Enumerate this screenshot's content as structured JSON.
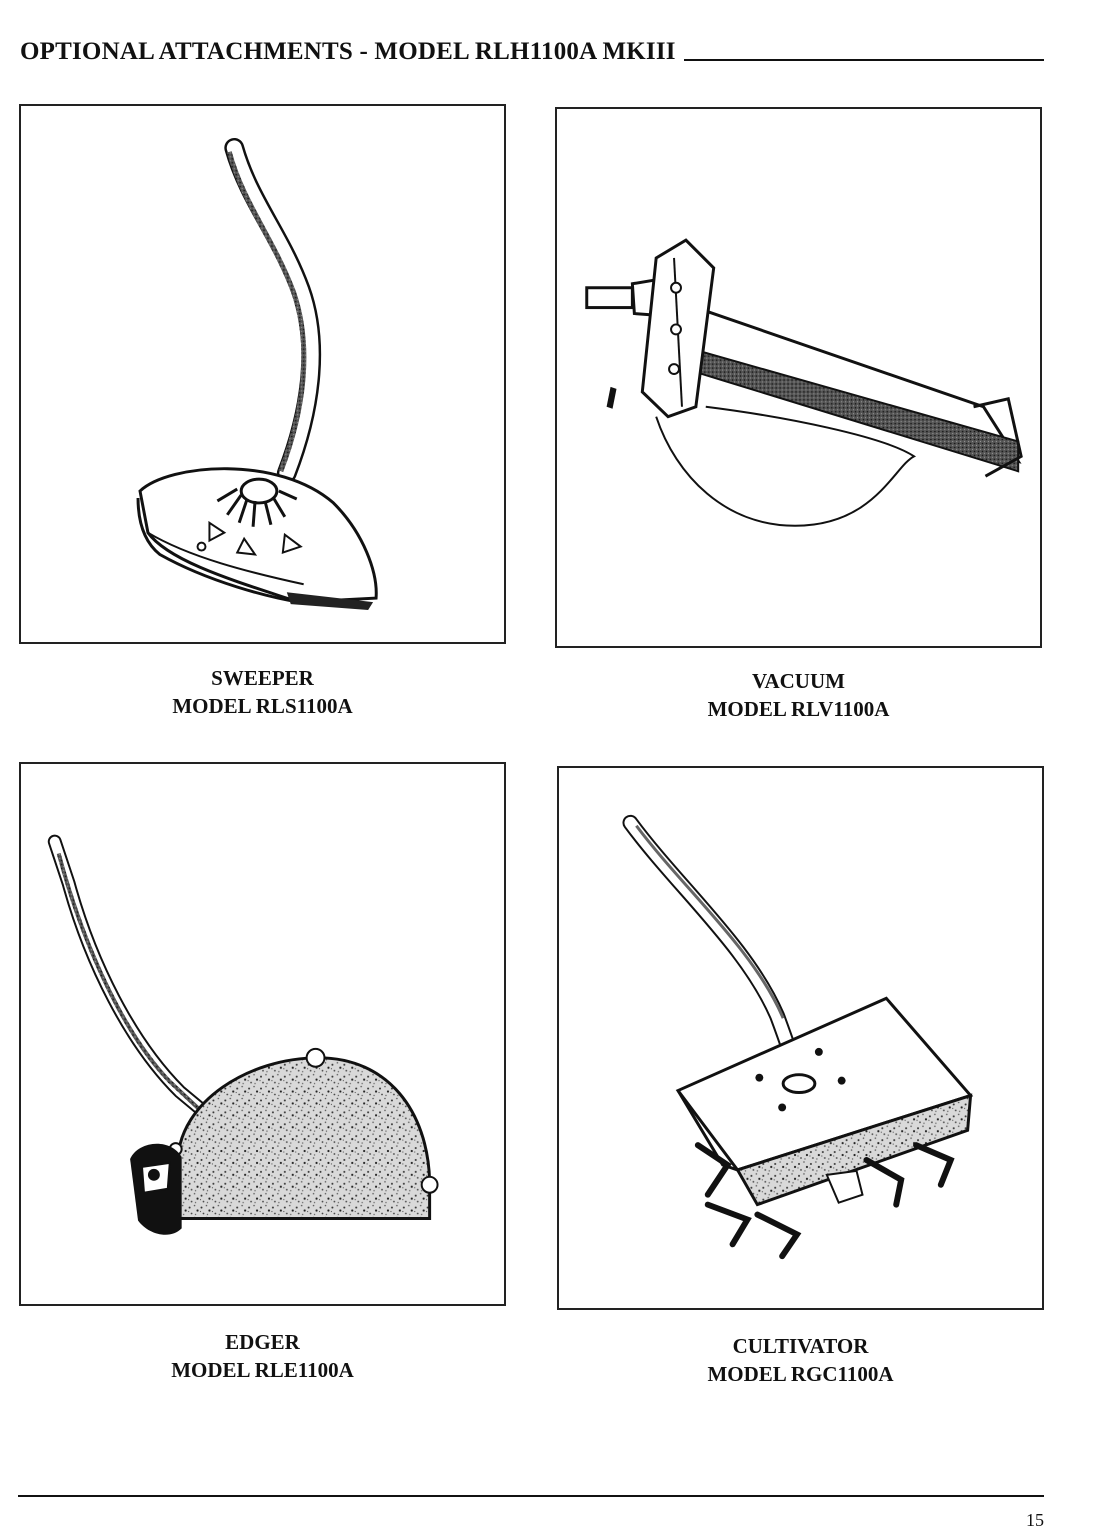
{
  "header": {
    "title": "OPTIONAL ATTACHMENTS - MODEL RLH1100A MKIII"
  },
  "attachments": [
    {
      "name": "SWEEPER",
      "model": "MODEL RLS1100A",
      "icon": "sweeper-illustration"
    },
    {
      "name": "VACUUM",
      "model": "MODEL RLV1100A",
      "icon": "vacuum-illustration"
    },
    {
      "name": "EDGER",
      "model": "MODEL RLE1100A",
      "icon": "edger-illustration"
    },
    {
      "name": "CULTIVATOR",
      "model": "MODEL RGC1100A",
      "icon": "cultivator-illustration"
    }
  ],
  "footer": {
    "page_number": "15"
  }
}
